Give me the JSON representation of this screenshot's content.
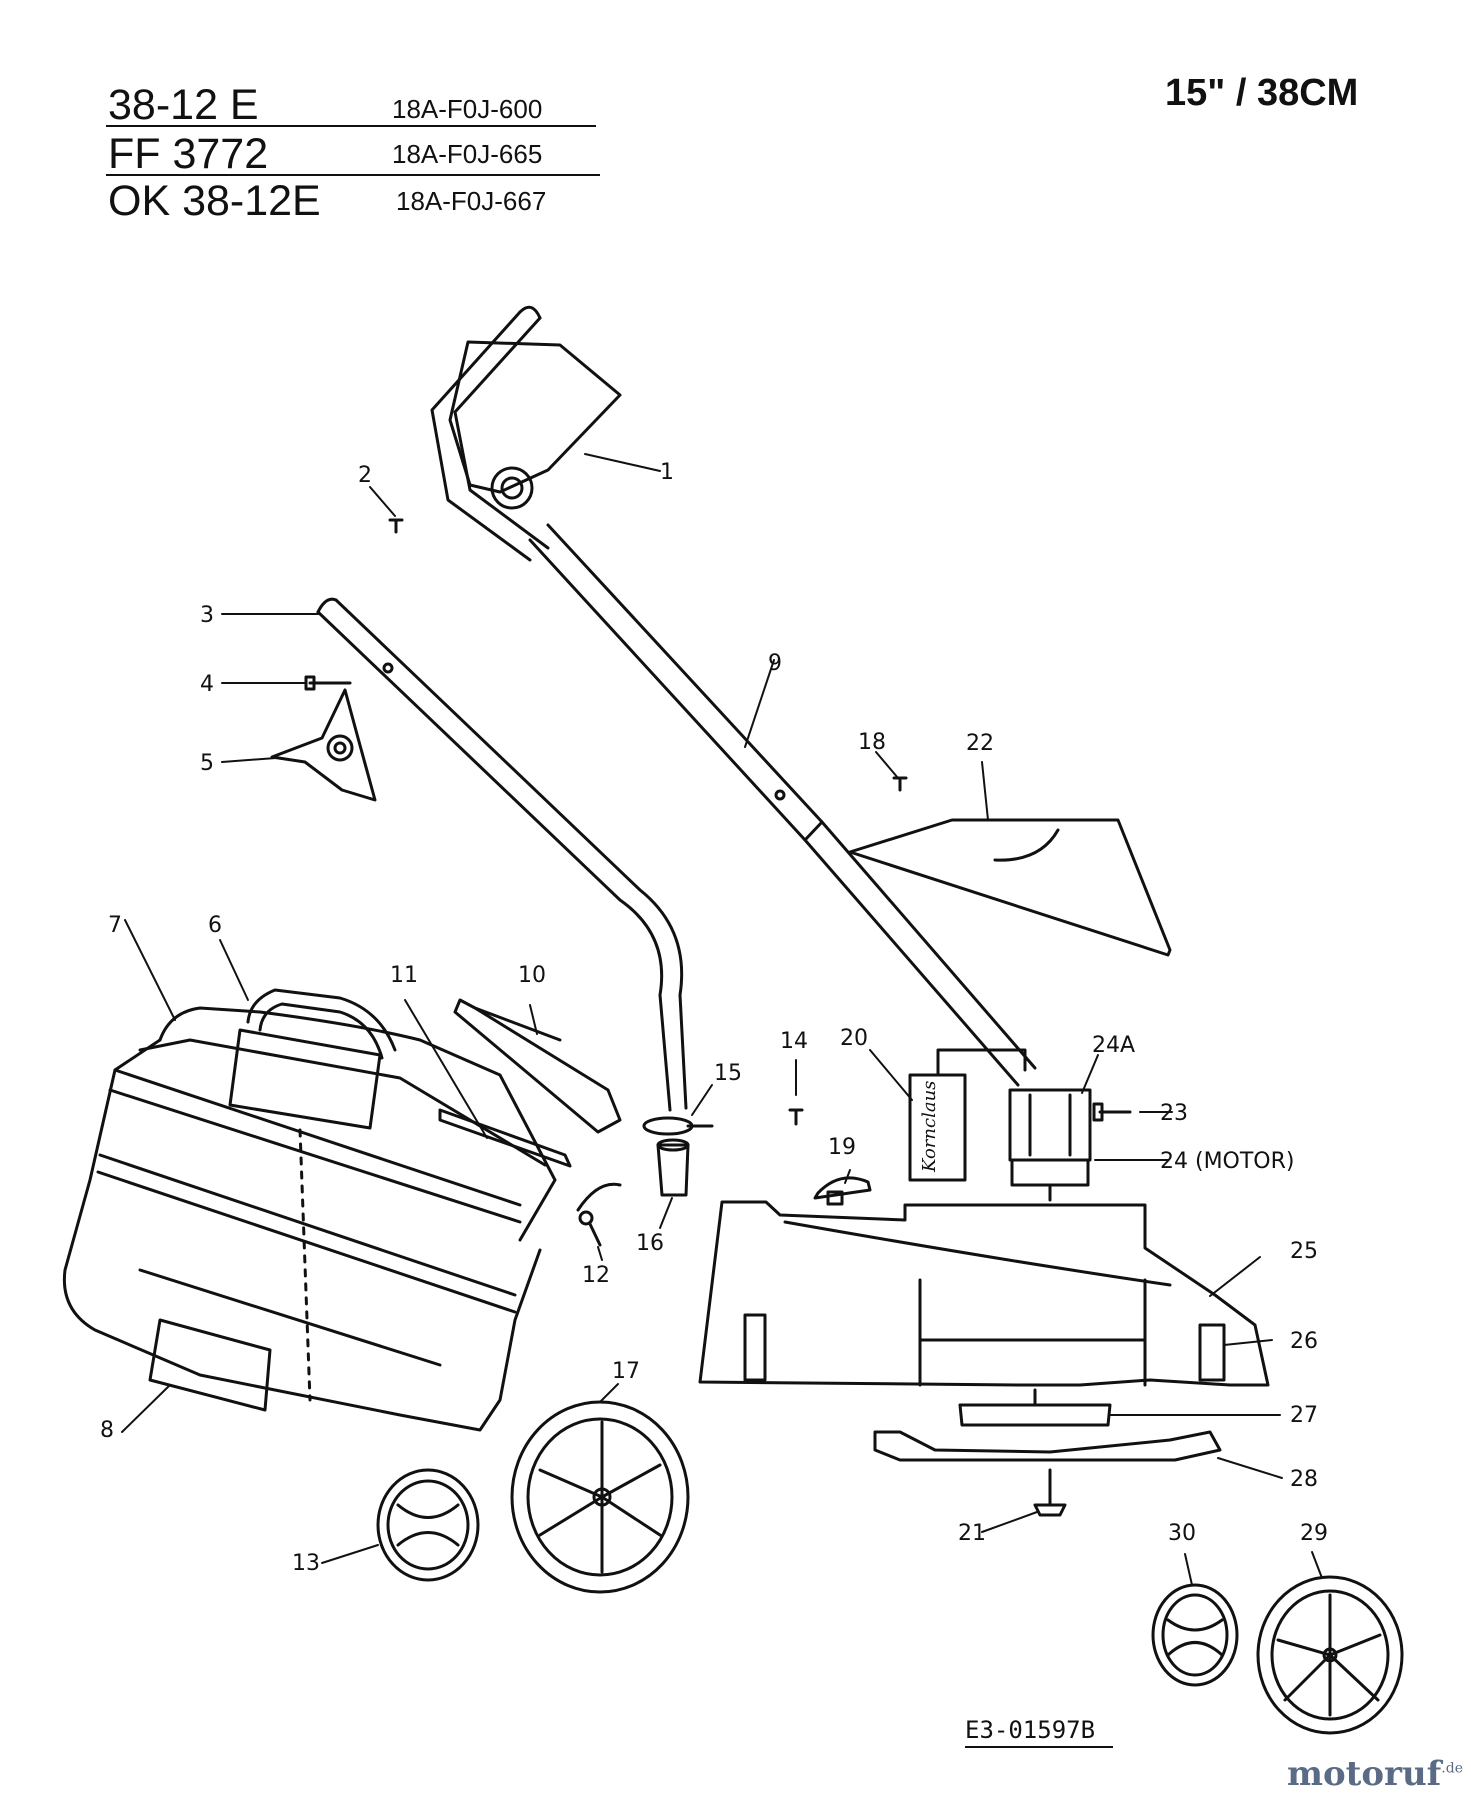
{
  "header": {
    "models": [
      {
        "model": "38-12 E",
        "code": "18A-F0J-600"
      },
      {
        "model": "FF 3772",
        "code": "18A-F0J-665"
      },
      {
        "model": "OK 38-12E",
        "code": "18A-F0J-667"
      }
    ],
    "size": "15\" / 38CM"
  },
  "parts": [
    "1",
    "2",
    "3",
    "4",
    "5",
    "6",
    "7",
    "8",
    "9",
    "10",
    "11",
    "12",
    "13",
    "14",
    "15",
    "16",
    "17",
    "18",
    "19",
    "20",
    "21",
    "22",
    "23",
    "24A",
    "24 (MOTOR)",
    "25",
    "26",
    "27",
    "28",
    "29",
    "30"
  ],
  "switch_label": "Kornclaus",
  "drawing_ref": "E3-01597B",
  "watermark": {
    "name": "motoruf",
    "tld": ".de"
  },
  "colors": {
    "ink": "#111111",
    "paper": "#ffffff",
    "watermark": "#5a6b86"
  }
}
